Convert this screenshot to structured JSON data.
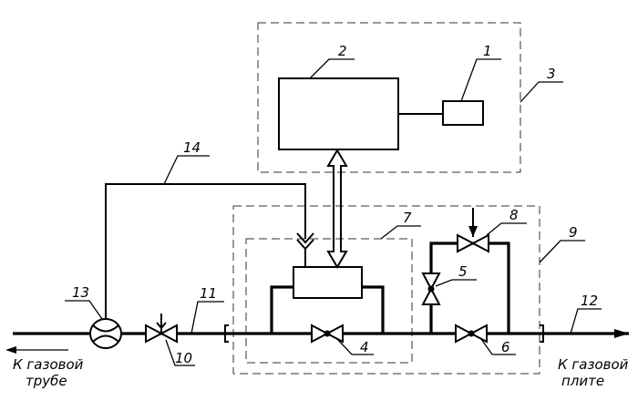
{
  "labels": {
    "n1": "1",
    "n2": "2",
    "n3": "3",
    "n4": "4",
    "n5": "5",
    "n6": "6",
    "n7": "7",
    "n8": "8",
    "n9": "9",
    "n10": "10",
    "n11": "11",
    "n12": "12",
    "n13": "13",
    "n14": "14"
  },
  "captions": {
    "left_line1": "К газовой",
    "left_line2": "трубе",
    "right_line1": "К газовой",
    "right_line2": "плите"
  }
}
